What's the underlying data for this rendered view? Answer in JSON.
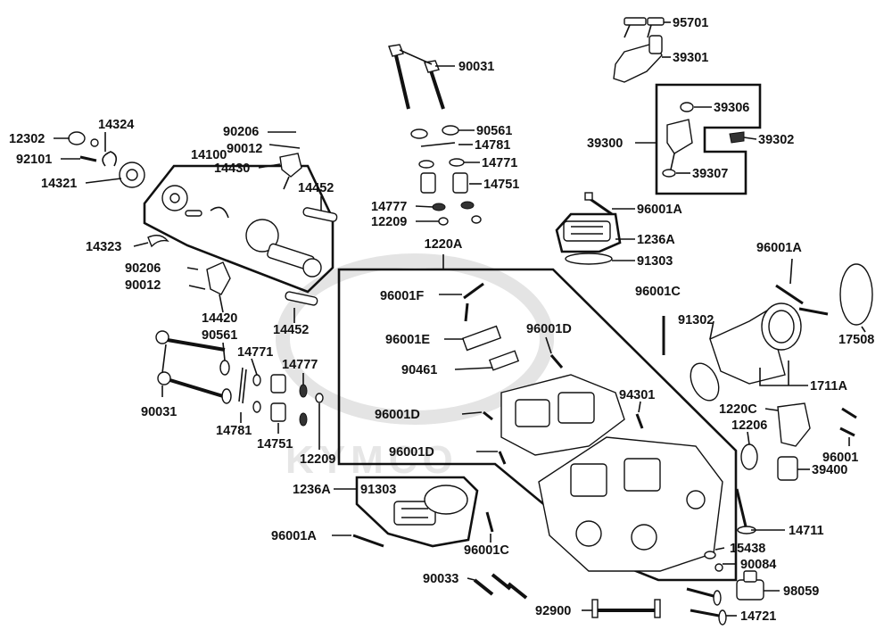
{
  "watermark": {
    "brand": "KYMCO"
  },
  "groups": {
    "g1220A": "1220A",
    "g14100": "14100",
    "g39300": "39300",
    "g1236A_top": "1236A",
    "g1236A_bottom": "1236A",
    "g1711A": "1711A"
  },
  "labels": {
    "p95701": "95701",
    "p39301": "39301",
    "p39306": "39306",
    "p39302": "39302",
    "p39307": "39307",
    "p90031_top": "90031",
    "p90561_top": "90561",
    "p14781_top": "14781",
    "p14771_top": "14771",
    "p14751_top": "14751",
    "p14777_top": "14777",
    "p12209_top": "12209",
    "p96001A_top": "96001A",
    "p91303_top": "91303",
    "p96001A_right": "96001A",
    "p12302": "12302",
    "p14324": "14324",
    "p92101": "92101",
    "p14321": "14321",
    "p90206_top": "90206",
    "p90012_top": "90012",
    "p14430": "14430",
    "p14452_top": "14452",
    "p14323": "14323",
    "p90206_mid": "90206",
    "p90012_mid": "90012",
    "p14420": "14420",
    "p90561_left": "90561",
    "p14452_mid": "14452",
    "p14771_left": "14771",
    "p14777_left": "14777",
    "p90031_left": "90031",
    "p14781_left": "14781",
    "p14751_left": "14751",
    "p12209_left": "12209",
    "p96001F": "96001F",
    "p96001C_top": "96001C",
    "p96001E": "96001E",
    "p96001D_a": "96001D",
    "p91302": "91302",
    "p17508": "17508",
    "p90461": "90461",
    "p96001D_b": "96001D",
    "p94301": "94301",
    "p1220C": "1220C",
    "p12206": "12206",
    "p96001D_c": "96001D",
    "p96001_right": "96001",
    "p39400": "39400",
    "p91303_bottom": "91303",
    "p96001A_bottom": "96001A",
    "p96001C_bottom": "96001C",
    "p14711": "14711",
    "p15438": "15438",
    "p90084": "90084",
    "p90033": "90033",
    "p98059": "98059",
    "p92900": "92900",
    "p14721": "14721"
  }
}
